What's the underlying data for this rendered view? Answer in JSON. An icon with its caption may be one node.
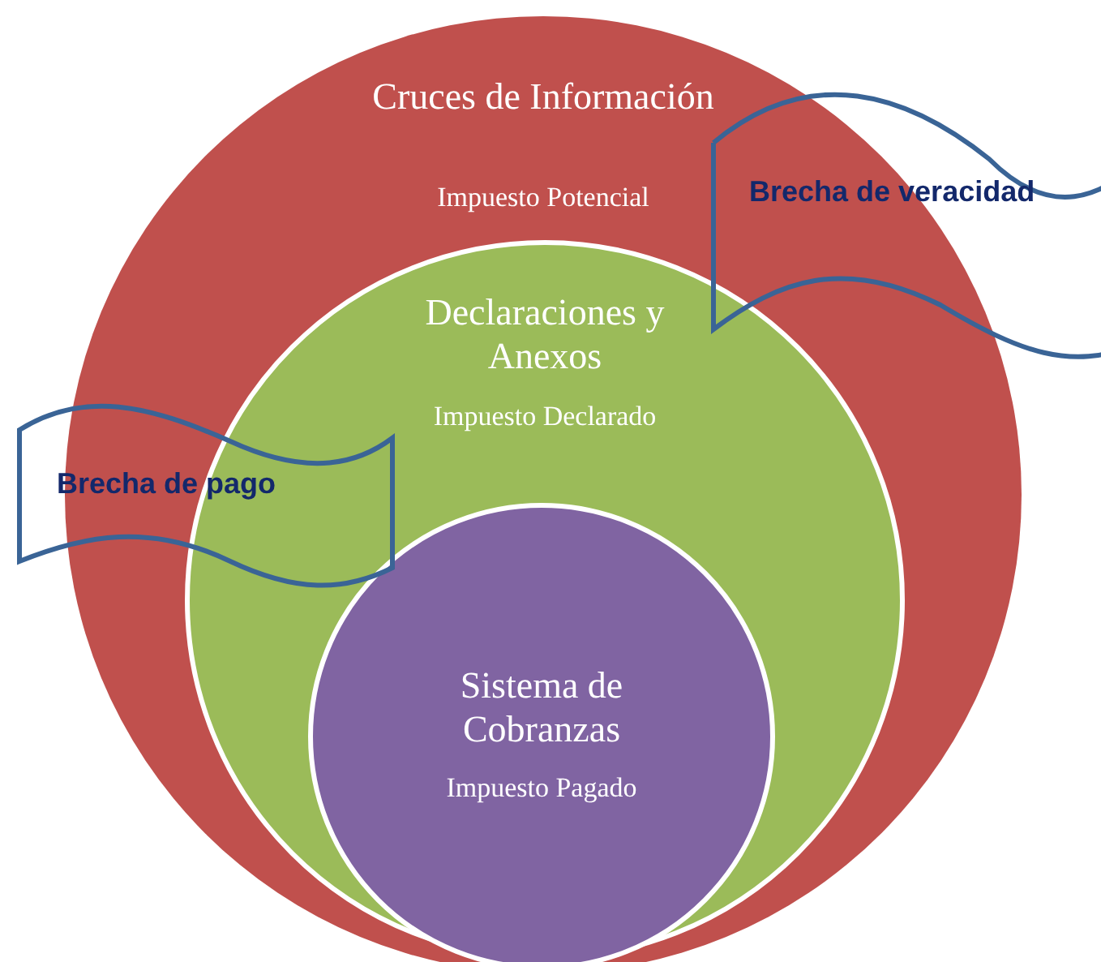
{
  "diagram": {
    "nodes": [
      {
        "text": [
          "Cruces de Información",
          "Impuesto Potencial"
        ]
      },
      {
        "text": [
          "Declaraciones y Anexos",
          "Impuesto Declarado"
        ],
        "in": 0
      },
      {
        "text": [
          "Sistema de Cobranzas",
          "Impuesto Pagado"
        ],
        "in": 1
      },
      {
        "text": [
          "Brecha de veracidad"
        ]
      },
      {
        "text": [
          "Brecha de pago"
        ]
      }
    ],
    "edges": []
  }
}
